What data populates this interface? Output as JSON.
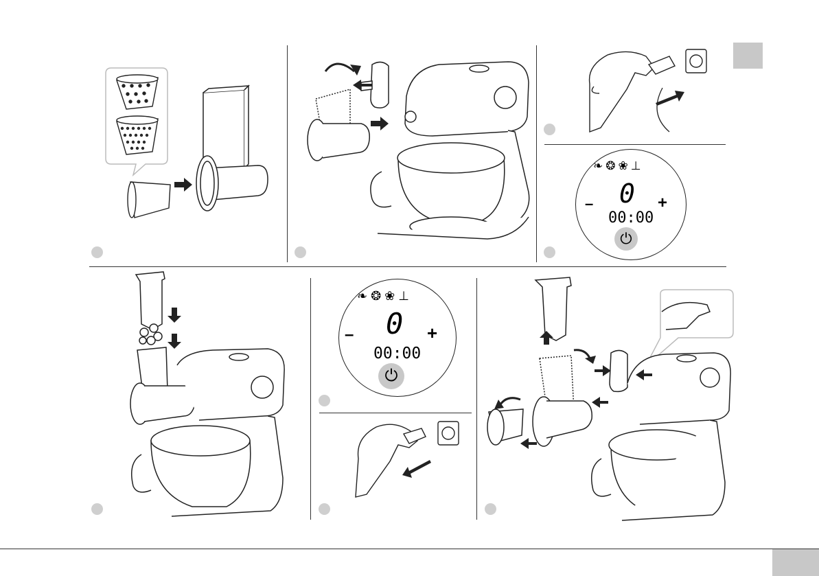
{
  "page": {
    "language_tab_color": "#c8c8c8",
    "footer_tab_color": "#c8c8c8",
    "step_bullet_color": "#cfcfcf",
    "line_color": "#1a1a1a"
  },
  "panels": [
    {
      "id": "step-1",
      "description_icon": "grater-drum-assembly"
    },
    {
      "id": "step-2",
      "description_icon": "attach-to-mixer"
    },
    {
      "id": "step-3",
      "description_icon": "plug-in-and-display"
    },
    {
      "id": "step-4",
      "description_icon": "feed-food"
    },
    {
      "id": "step-5",
      "description_icon": "display-and-unplug"
    },
    {
      "id": "step-6",
      "description_icon": "disassemble"
    }
  ],
  "display": {
    "big_digit": "0",
    "timer": "00:00",
    "minus": "–",
    "plus": "+"
  }
}
